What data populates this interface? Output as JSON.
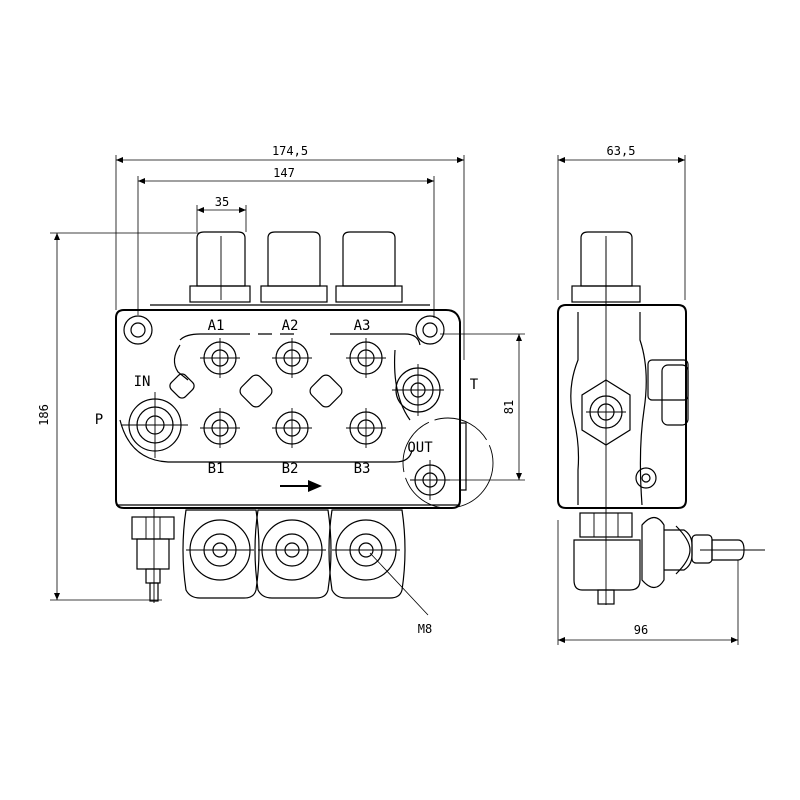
{
  "dimensions": {
    "overall_width": "174,5",
    "inner_width": "147",
    "lever_pitch": "35",
    "height": "186",
    "tank_offset": "81",
    "side_depth": "63,5",
    "side_width": "96",
    "thread": "M8"
  },
  "ports": {
    "a1": "A1",
    "a2": "A2",
    "a3": "A3",
    "b1": "B1",
    "b2": "B2",
    "b3": "B3",
    "inlet": "IN",
    "pressure": "P",
    "tank": "T",
    "outlet": "OUT"
  }
}
